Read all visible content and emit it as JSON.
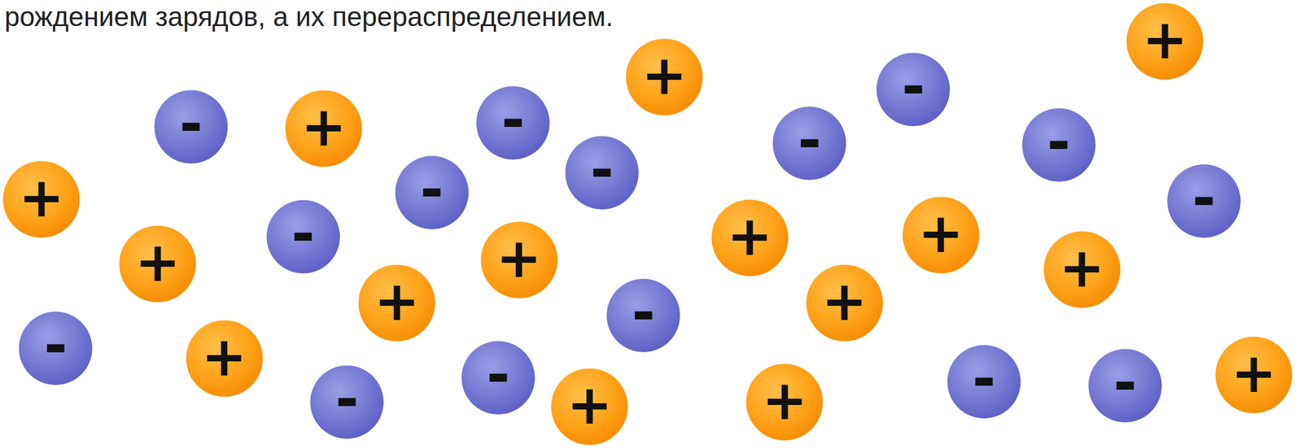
{
  "diagram": {
    "nodes": [
      {
        "text": [
          "+"
        ]
      },
      {
        "text": [
          "+"
        ]
      },
      {
        "text": [
          "-"
        ]
      },
      {
        "text": [
          "-"
        ]
      },
      {
        "text": [
          "-"
        ]
      },
      {
        "text": [
          "+"
        ]
      },
      {
        "text": [
          "-"
        ]
      },
      {
        "text": [
          "-"
        ]
      },
      {
        "text": [
          "-"
        ]
      },
      {
        "text": [
          "-"
        ]
      },
      {
        "text": [
          "+"
        ]
      },
      {
        "text": [
          "-"
        ]
      },
      {
        "text": [
          "+"
        ]
      },
      {
        "text": [
          "-"
        ]
      },
      {
        "text": [
          "+"
        ]
      },
      {
        "text": [
          "+"
        ]
      },
      {
        "text": [
          "+"
        ]
      },
      {
        "text": [
          "+"
        ]
      },
      {
        "text": [
          "+"
        ]
      },
      {
        "text": [
          "+"
        ]
      },
      {
        "text": [
          "-"
        ]
      },
      {
        "text": [
          "-"
        ]
      },
      {
        "text": [
          "+"
        ]
      },
      {
        "text": [
          "+"
        ]
      },
      {
        "text": [
          "-"
        ]
      },
      {
        "text": [
          "-"
        ]
      },
      {
        "text": [
          "-"
        ]
      },
      {
        "text": [
          "-"
        ]
      },
      {
        "text": [
          "+"
        ]
      },
      {
        "text": [
          "+"
        ]
      }
    ],
    "labels": [
      "рождением зарядов, а их перераспределением."
    ]
  }
}
